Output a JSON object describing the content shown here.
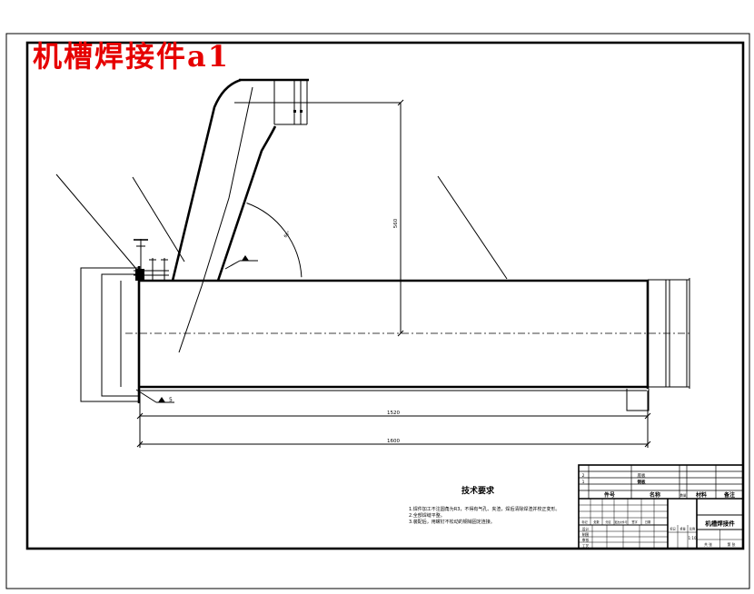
{
  "sheet": {
    "background": "#ffffff",
    "line_color": "#000000"
  },
  "header": {
    "title": "机槽焊接件a1",
    "title_color": "#e60000"
  },
  "dimensions": {
    "height_dim": "560",
    "length_dim_upper": "1520",
    "length_dim_lower": "1600",
    "angle_dim": "60°"
  },
  "weld_notes": {
    "lower_label": "5"
  },
  "tech_req": {
    "heading": "技术要求",
    "line1": "1.焊件加工不注圆角为R3，不得有气孔、夹渣，焊后清除焊渣并校正变形。",
    "line2": "2.全部焊缝平整。",
    "line3": "3.装配后，用螺钉不松动的钢销固定连接。"
  },
  "title_block": {
    "parts_header": [
      "件号",
      "名称",
      "数量",
      "材料",
      "备注"
    ],
    "parts_rows": [
      {
        "no": "2",
        "name": "底板"
      },
      {
        "no": "1",
        "name": "侧板"
      }
    ],
    "revision_cols": [
      "标记",
      "处数",
      "分区",
      "更改文件号",
      "签字",
      "日期"
    ],
    "role_labels": [
      "设计",
      "制图",
      "审核",
      "工艺"
    ],
    "stage_labels": [
      "标记",
      "重量",
      "比例"
    ],
    "scale_value": "1:10",
    "part_name": "机槽焊接件",
    "sheet_total": "共 张",
    "sheet_no": "第 张"
  }
}
